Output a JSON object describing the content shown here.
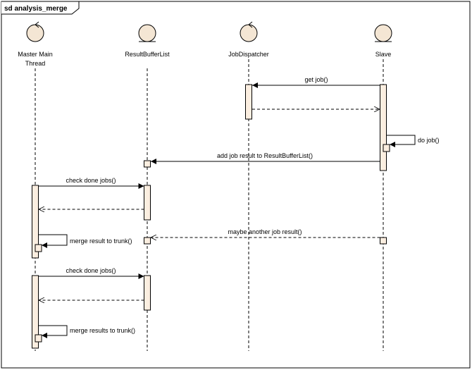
{
  "frame": {
    "title": "sd analysis_merge"
  },
  "lifelines": [
    {
      "id": "master",
      "label_lines": [
        "Master Main",
        "Thread"
      ],
      "icon": "control-icon"
    },
    {
      "id": "rbl",
      "label_lines": [
        "ResultBufferList"
      ],
      "icon": "entity-icon"
    },
    {
      "id": "jd",
      "label_lines": [
        "JobDispatcher"
      ],
      "icon": "control-icon"
    },
    {
      "id": "slave",
      "label_lines": [
        "Slave"
      ],
      "icon": "entity-icon"
    }
  ],
  "messages": [
    {
      "id": "get-job",
      "label": "get job()"
    },
    {
      "id": "do-job",
      "label": "do job()"
    },
    {
      "id": "add-job-result",
      "label": "add job result to ResultBufferList()"
    },
    {
      "id": "check-done-1",
      "label": "check done jobs()"
    },
    {
      "id": "maybe-another",
      "label": "maybe another job result()"
    },
    {
      "id": "merge-1",
      "label": "merge result to trunk()"
    },
    {
      "id": "check-done-2",
      "label": "check done jobs()"
    },
    {
      "id": "merge-2",
      "label": "merge results to trunk()"
    }
  ],
  "colors": {
    "activation_fill": "#fbeee0",
    "head_fill": "#f4e6d4",
    "stroke": "#000000"
  }
}
